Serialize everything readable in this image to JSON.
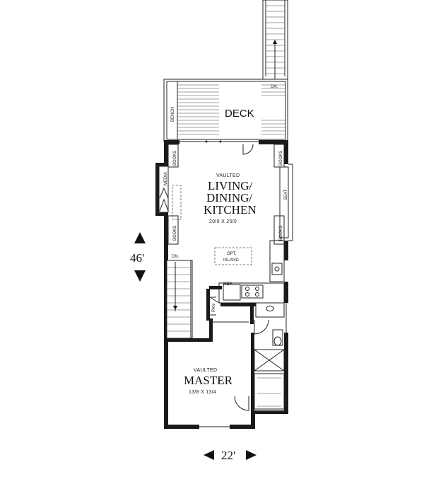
{
  "rooms": {
    "deck": "DECK",
    "living_vaulted": "VAULTED",
    "living_line1": "LIVING/",
    "living_line2": "DINING/",
    "living_line3": "KITCHEN",
    "living_size": "20/0 X 25/0",
    "island_line1": "OPT.",
    "island_line2": "ISLAND",
    "master_vaulted": "VAULTED",
    "master_name": "MASTER",
    "master_size": "13/8 X 13/4"
  },
  "labels": {
    "bench": "BENCH",
    "books_top_left": "BOOKS",
    "books_top_right": "BOOKS",
    "books_bottom_left": "BOOKS",
    "books_bottom_right": "BOOKS",
    "media": "MEDIA",
    "seat": "SEAT",
    "dn_stair_top": "DN.",
    "dn_stair_left": "DN.",
    "ref": "REF.",
    "pan": "PAN"
  },
  "dimensions": {
    "depth": "46'",
    "width": "22'"
  }
}
